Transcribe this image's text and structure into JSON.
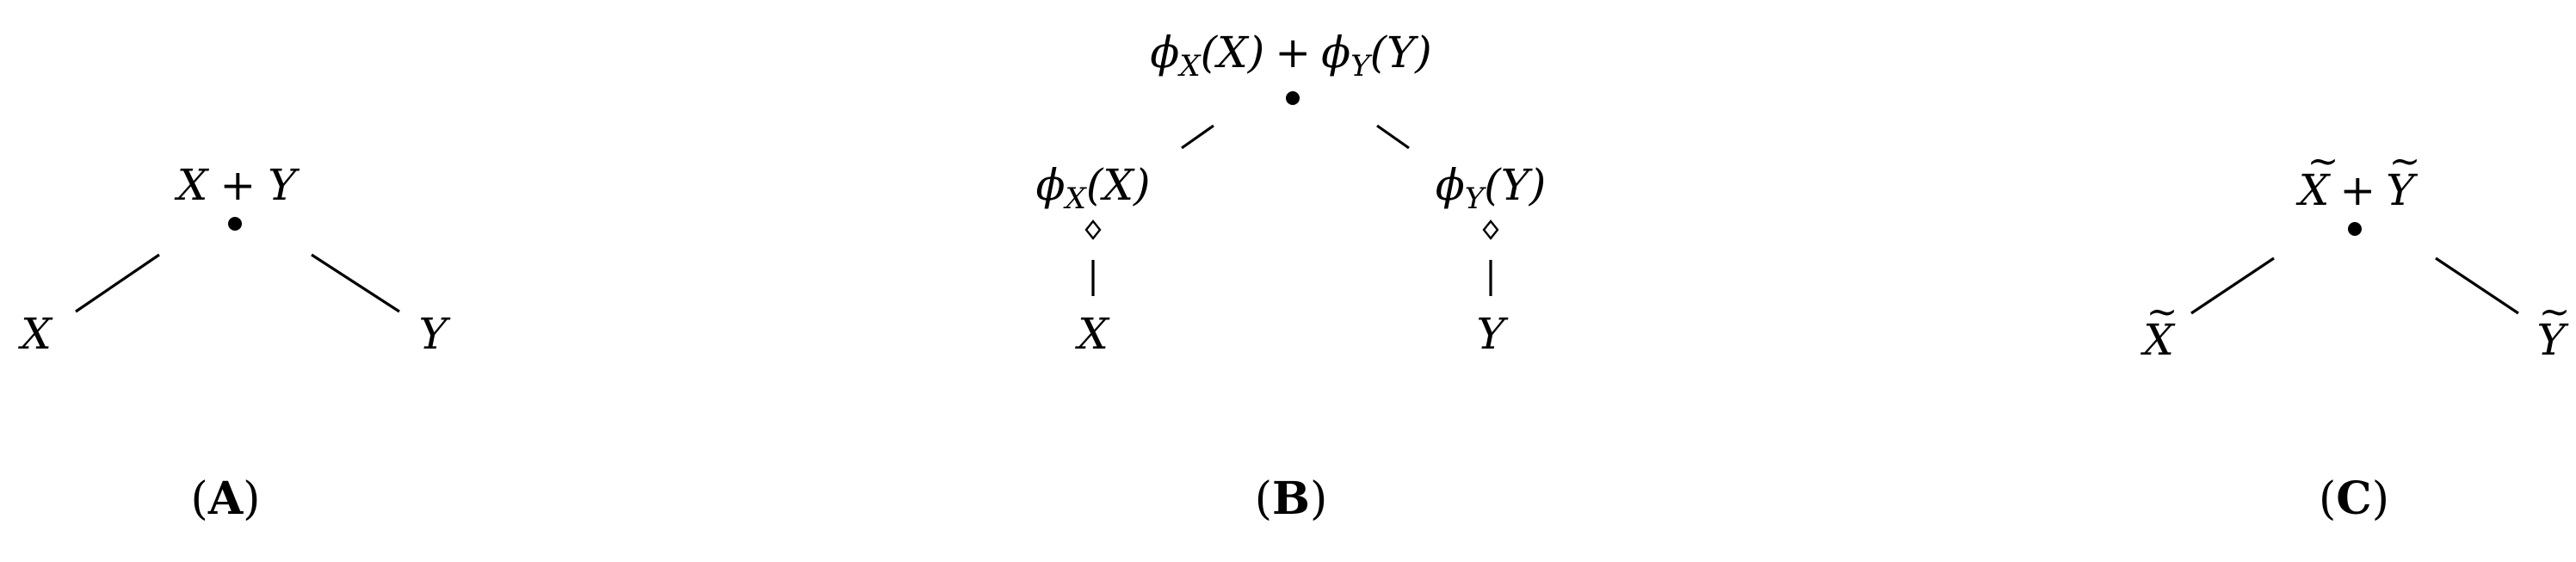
{
  "diagrams": [
    {
      "caption": {
        "open": "(",
        "letter": "A",
        "close": ")"
      },
      "root": {
        "lhs": "X",
        "op": "+",
        "rhs": "Y"
      },
      "leaves": [
        "X",
        "Y"
      ]
    },
    {
      "caption": {
        "open": "(",
        "letter": "B",
        "close": ")"
      },
      "root": {
        "f1": "ϕ",
        "s1": "X",
        "a1": "(X)",
        "op": "+",
        "f2": "ϕ",
        "s2": "Y",
        "a2": "(Y)"
      },
      "mid_left": {
        "f": "ϕ",
        "s": "X",
        "a": "(X)"
      },
      "mid_right": {
        "f": "ϕ",
        "s": "Y",
        "a": "(Y)"
      },
      "leaves": [
        "X",
        "Y"
      ]
    },
    {
      "caption": {
        "open": "(",
        "letter": "C",
        "close": ")"
      },
      "root": {
        "lhs": "X",
        "op": "+",
        "rhs": "Y",
        "accent": "~"
      },
      "leaves": [
        "X",
        "Y"
      ]
    }
  ]
}
